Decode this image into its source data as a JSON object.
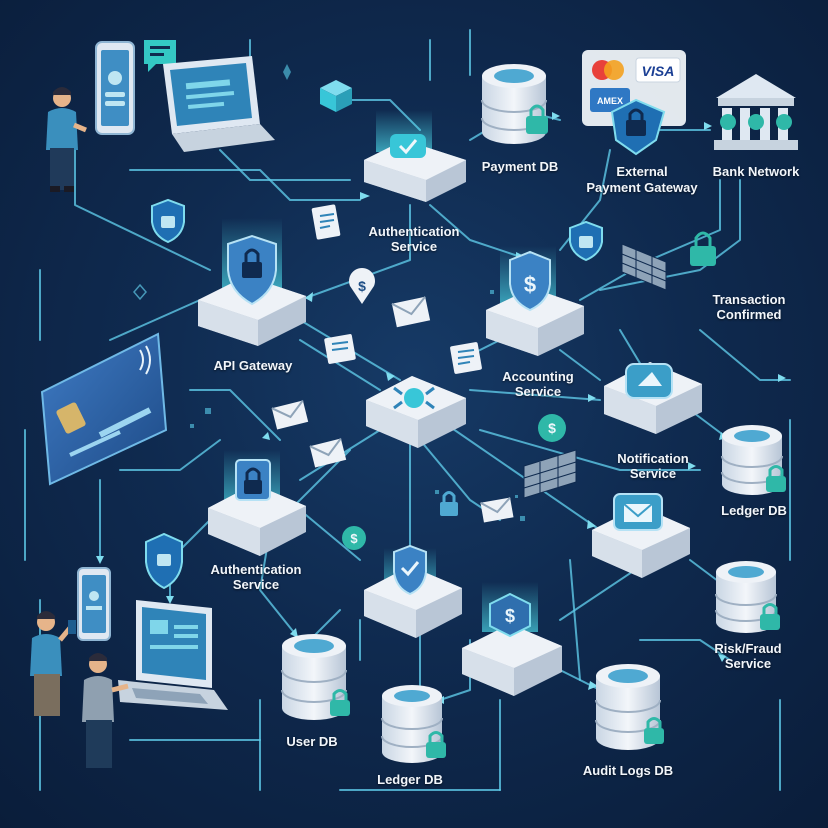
{
  "labels": {
    "payment_db": "Payment DB",
    "external_gateway_1": "External",
    "external_gateway_2": "Payment Gateway",
    "bank_network": "Bank Network",
    "auth_service_top_1": "Authentication",
    "auth_service_top_2": "Service",
    "api_gateway": "API Gateway",
    "transaction_1": "Transaction",
    "transaction_2": "Confirmed",
    "accounting_1": "Accounting",
    "accounting_2": "Service",
    "notification_1": "Notification",
    "notification_2": "Service",
    "ledger_db_right": "Ledger DB",
    "auth_service_bottom_1": "Authentication",
    "auth_service_bottom_2": "Service",
    "risk_1": "Risk/Fraud",
    "risk_2": "Service",
    "user_db": "User DB",
    "ledger_db_bottom": "Ledger DB",
    "audit_logs_db": "Audit Logs DB"
  },
  "card_brands": {
    "mastercard": "",
    "visa": "VISA",
    "amex": "AMEX"
  },
  "colors": {
    "background": "#0f2a4f",
    "line": "#5ec8e6",
    "accent": "#38c6d8",
    "node_top": "#eef2f7",
    "node_side": "#b9c6d6",
    "shield": "#3b82c4",
    "lock": "#2fb8a8"
  }
}
